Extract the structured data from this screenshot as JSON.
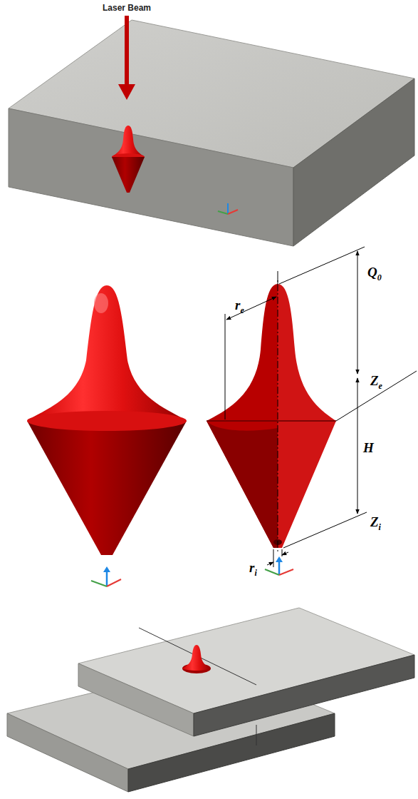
{
  "diagram": {
    "labels": [
      "Laser Beam",
      "re",
      "Q0",
      "Ze",
      "H",
      "Zi",
      "ri"
    ]
  }
}
